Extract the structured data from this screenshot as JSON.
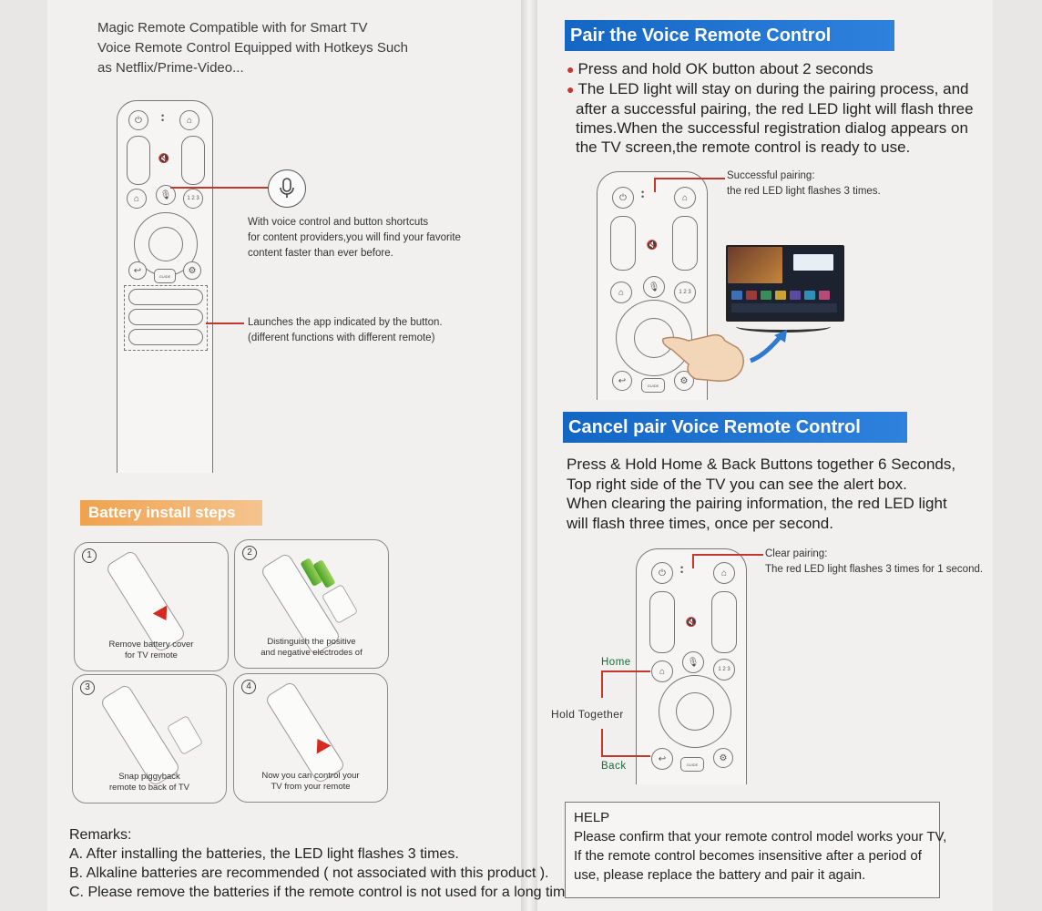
{
  "intro": {
    "line1": "Magic Remote Compatible with for Smart TV",
    "line2": "Voice Remote Control Equipped with Hotkeys Such",
    "line3": "as Netflix/Prime-Video..."
  },
  "voice_callout": {
    "line1": "With voice control and button shortcuts",
    "line2": "for content providers,you will find your favorite",
    "line3": "content faster than ever before."
  },
  "app_callout": {
    "line1": "Launches the app indicated by the button.",
    "line2": "(different functions with different remote)"
  },
  "battery": {
    "title": "Battery install steps",
    "steps": [
      {
        "num": "1",
        "line1": "Remove battery cover",
        "line2": "for TV remote"
      },
      {
        "num": "2",
        "line1": "Distinguish the positive",
        "line2": "and negative electrodes of"
      },
      {
        "num": "3",
        "line1": "Snap piggyback",
        "line2": "remote to back of TV"
      },
      {
        "num": "4",
        "line1": "Now you can control your",
        "line2": "TV from your remote"
      }
    ]
  },
  "remarks": {
    "title": "Remarks:",
    "a": "A. After installing the batteries, the LED light flashes 3 times.",
    "b": "B. Alkaline batteries are recommended ( not associated with this product ).",
    "c": "C. Please remove the batteries if the remote control is not used for a long time."
  },
  "pair": {
    "title": "Pair the Voice Remote Control",
    "bullet1": "Press and hold OK button about 2 seconds",
    "bullet2_l1": "The LED light will stay on during the pairing process, and",
    "bullet2_l2": "after a successful pairing, the red LED light will flash three",
    "bullet2_l3": "times.When the successful registration dialog appears on",
    "bullet2_l4": "the TV screen,the remote control is ready to use.",
    "callout_l1": "Successful pairing:",
    "callout_l2": "the red LED light flashes 3 times."
  },
  "cancel": {
    "title": "Cancel pair Voice Remote Control",
    "l1": "Press & Hold Home & Back Buttons together 6 Seconds,",
    "l2": "Top right side of the TV you can see the alert box.",
    "l3": "When clearing the pairing information, the red LED light",
    "l4": "will flash three times, once per second.",
    "callout_l1": "Clear pairing:",
    "callout_l2": "The red LED light flashes 3 times for 1 second.",
    "home_label": "Home",
    "hold_label": "Hold Together",
    "back_label": "Back"
  },
  "help": {
    "title": "HELP",
    "l1": "Please confirm that your remote control model works your TV,",
    "l2": "If the remote control becomes insensitive after a period of",
    "l3": "use, please replace the battery and pair it again."
  },
  "remote_keys": {
    "guide": "GUIDE",
    "numpad": "1 2 3"
  },
  "colors": {
    "accent_red": "#c0392b",
    "title_blue": "#1466c4",
    "title_orange": "#f0a24c"
  }
}
